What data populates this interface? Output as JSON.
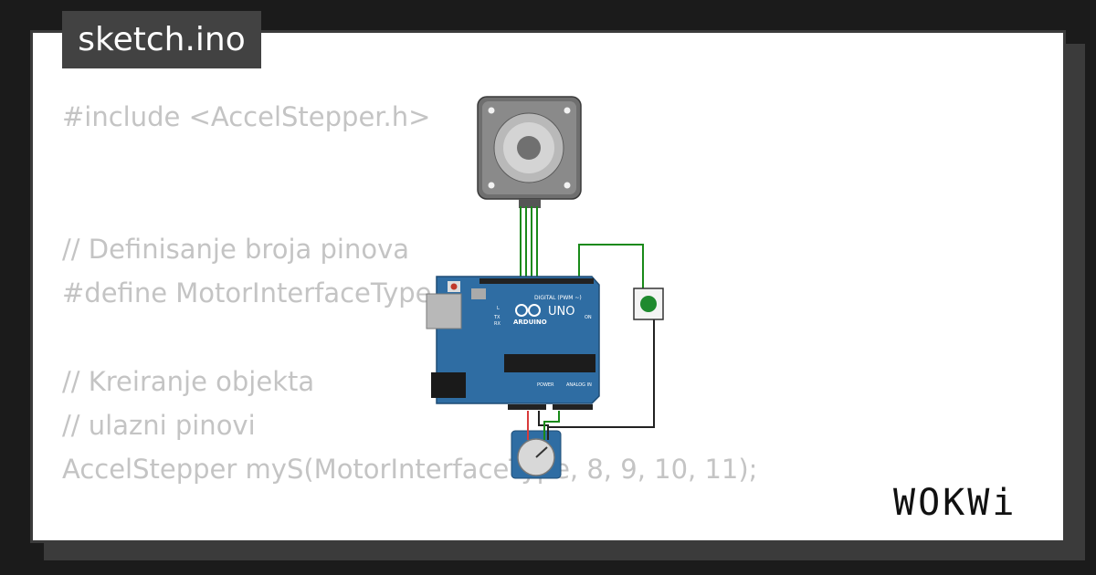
{
  "title": "sketch.ino",
  "code_lines": [
    "#include <AccelStepper.h>",
    "",
    "",
    "// Definisanje broja pinova",
    "#define MotorInterfaceType 4",
    "",
    "// Kreiranje objekta",
    "// ulazni pinovi",
    "AccelStepper myS(MotorInterfaceType, 8, 9, 10, 11);",
    "",
    "}"
  ],
  "board": {
    "model": "UNO",
    "brand": "ARDUINO",
    "digital_label": "DIGITAL (PWM ~)",
    "power_label": "POWER",
    "analog_label": "ANALOG IN",
    "on_label": "ON",
    "l_label": "L",
    "tx_label": "TX",
    "rx_label": "RX"
  },
  "logo": "WOKWi",
  "colors": {
    "page_bg": "#1b1b1b",
    "board_blue": "#2f6da3",
    "wire_green": "#1a8a1a",
    "button_green": "#1f8a2f",
    "code_text": "#c4c4c4"
  }
}
